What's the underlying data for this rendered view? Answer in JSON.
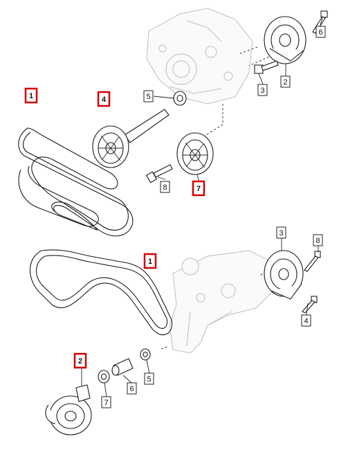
{
  "colors": {
    "highlight": "#d40000",
    "line": "#1a1a1a",
    "ghost": "#bdbdbd"
  },
  "diagram_top": {
    "labels": [
      {
        "text": "1",
        "highlight": true
      },
      {
        "text": "4",
        "highlight": true
      },
      {
        "text": "5",
        "highlight": false
      },
      {
        "text": "6",
        "highlight": false
      },
      {
        "text": "3",
        "highlight": false
      },
      {
        "text": "2",
        "highlight": false
      },
      {
        "text": "8",
        "highlight": false
      },
      {
        "text": "7",
        "highlight": true
      }
    ]
  },
  "diagram_bottom": {
    "labels": [
      {
        "text": "3",
        "highlight": false
      },
      {
        "text": "8",
        "highlight": false
      },
      {
        "text": "1",
        "highlight": true
      },
      {
        "text": "4",
        "highlight": false
      },
      {
        "text": "2",
        "highlight": true
      },
      {
        "text": "5",
        "highlight": false
      },
      {
        "text": "6",
        "highlight": false
      },
      {
        "text": "7",
        "highlight": false
      }
    ]
  }
}
